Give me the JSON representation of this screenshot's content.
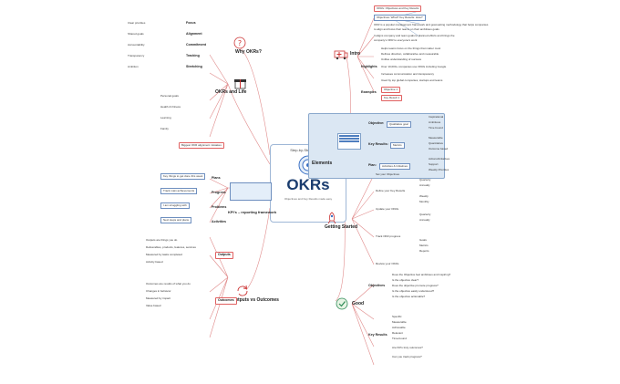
{
  "center": {
    "subtitle": "Step-by-Step Guide to",
    "title": "OKRs",
    "caption": "Objectives and Key Results made easy"
  },
  "topics": {
    "intro": "Intro",
    "elements": "Elements",
    "getting_started": "Getting Started",
    "good": "Good",
    "outputs_outcomes": "Outputs vs Outcomes",
    "kpis": "KPI's – reporting framework",
    "why_okrs": "Why OKRs?",
    "okrs_and_life": "OKRs and Life"
  },
  "intro": {
    "header": "OKRs: Objectives and Key Results",
    "lines": [
      "Objectives: What? Key Results: How?",
      "OKR is a popular management framework and goal-setting methodology that helps companies",
      "to align and focus their teams on their ambitious goals",
      "It aligns company and team goals to planned efforts and brings the",
      "company's OKR to everyone's work"
    ],
    "highlights_label": "Highlights",
    "highlights": [
      "Helps teams focus on the things that matter most",
      "Defines direction, collaborative and measurable",
      "Unifies understanding of success",
      "Over 10,000+ companies use OKRs including Google",
      "Increases communication and transparency",
      "Used by top global companies, startups and teams"
    ],
    "examples_label": "Examples",
    "examples": [
      "Objective 1",
      "Key Result 1"
    ]
  },
  "elements": {
    "objective_label": "Objective:",
    "objective_value": "Qualitative goal",
    "key_results_label": "Key Results:",
    "key_results_value": "Metrics",
    "plan_label": "Plan:",
    "plan_value": "Activities & Initiatives",
    "objective_traits": [
      "Inspirational",
      "Ambitious",
      "Time bound"
    ],
    "kr_traits": [
      "Measurable",
      "Quantitative",
      "Outcome based"
    ],
    "plan_traits": [
      "Actions/Initiatives",
      "Support",
      "Weekly Priorities"
    ]
  },
  "getting_started": {
    "items": [
      "Set your Objectives",
      "Define your Key Results",
      "Update your OKRs",
      "Track OKR progress",
      "Review your OKRs"
    ],
    "sub": [
      "Quarterly",
      "Annually",
      "Weekly",
      "Monthly",
      "Quarterly",
      "Annually",
      "Goals",
      "Metrics",
      "Reports"
    ]
  },
  "good": {
    "objectives_label": "Objectives",
    "objectives": [
      "Does the Objective feel ambitious and inspiring?",
      "Is the objective clear?",
      "Does the objective promote progress?",
      "Is the objective easily understood?",
      "Is the objective actionable?"
    ],
    "key_results_label": "Key Results",
    "key_results": [
      "Specific",
      "Measurable",
      "Achievable",
      "Relevant",
      "Time-bound",
      "Are KR's truly outcomes?",
      "Can you track progress?"
    ]
  },
  "outputs": {
    "outputs_label": "Outputs",
    "outcomes_label": "Outcomes",
    "output_lines": [
      "Outputs are things you do",
      "Deliverables, products, features, services",
      "Measured by tasks completed",
      "Activity based"
    ],
    "outcome_lines": [
      "Outcomes are results of what you do",
      "Changes in behavior",
      "Measured by impact",
      "Value based"
    ]
  },
  "kpis": {
    "items": [
      "Plans",
      "Progress",
      "Problems",
      "Activities"
    ],
    "notes": [
      "Key things to get done this week",
      "Track main achievements",
      "I am struggling with",
      "Next steps and plans"
    ]
  },
  "why": {
    "items": [
      "Focus",
      "Alignment",
      "Commitment",
      "Tracking",
      "Stretching"
    ],
    "details": [
      "Clear priorities",
      "Shared goals",
      "Accountability",
      "Transparency",
      "Ambition"
    ]
  },
  "life": {
    "items": [
      "Personal goals",
      "Health & Fitness",
      "Learning",
      "Family"
    ],
    "highlight": "Biggest OKR alignment mistakes"
  },
  "colors": {
    "branch": "#e08a8a",
    "panel": "#dbe7f3",
    "accent": "#1a3c6e",
    "link": "#3a6fc4"
  }
}
